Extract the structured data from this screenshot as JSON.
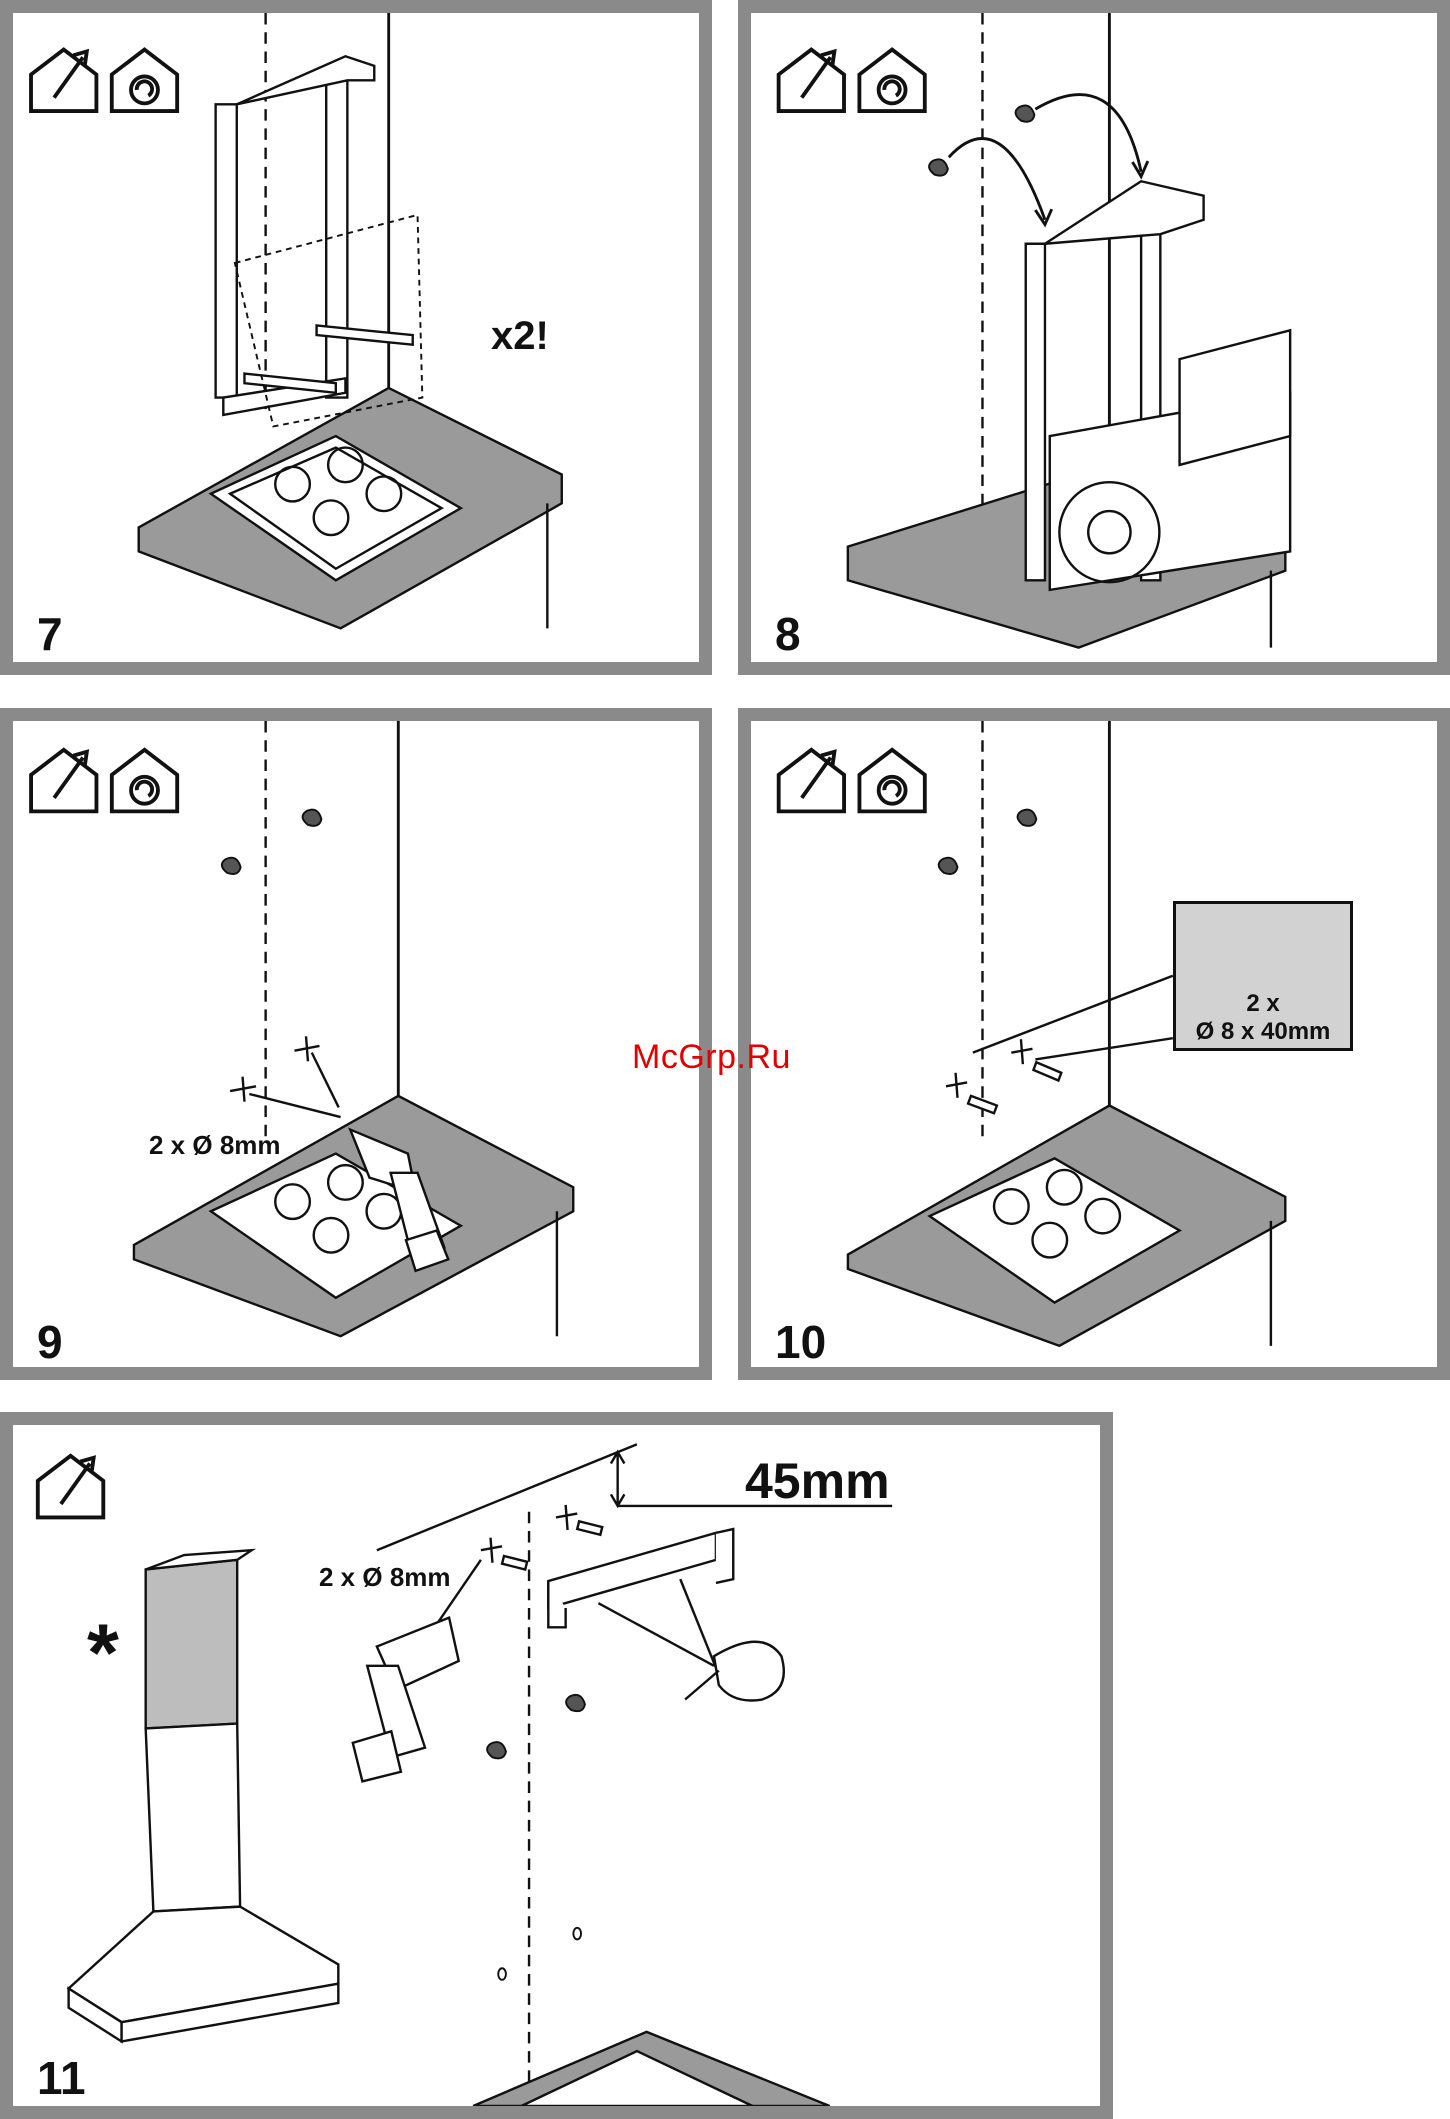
{
  "steps": {
    "s7": {
      "number": "7",
      "note": "x2!"
    },
    "s8": {
      "number": "8"
    },
    "s9": {
      "number": "9",
      "drill": "2 x Ø 8mm"
    },
    "s10": {
      "number": "10",
      "plug_count": "2 x",
      "plug_size": "Ø 8 x 40mm"
    },
    "s11": {
      "number": "11",
      "drill": "2 x Ø 8mm",
      "offset": "45mm",
      "marker": "*"
    }
  },
  "watermark": "McGrp.Ru",
  "icons": [
    "house-extraction-icon",
    "house-recirculation-icon"
  ],
  "colors": {
    "frame": "#8a8a8a",
    "worktop": "#9a9a9a",
    "callout": "#d2d2d2",
    "watermark": "#e00000",
    "chimney": "#bdbdbd"
  }
}
